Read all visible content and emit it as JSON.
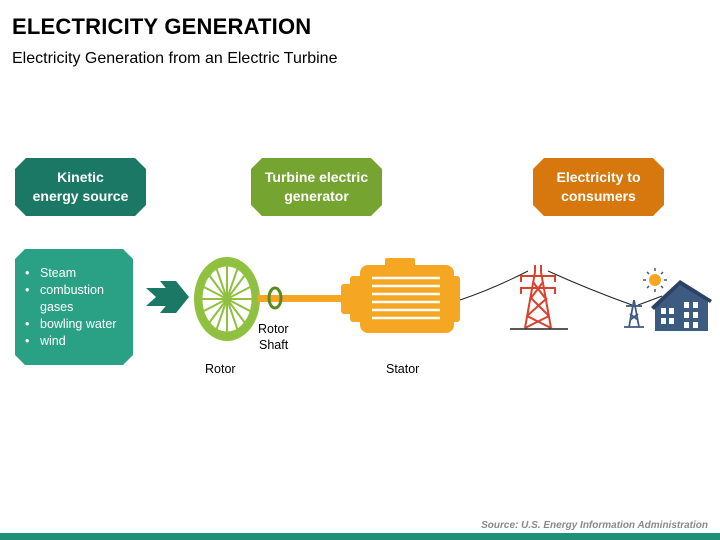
{
  "slide": {
    "title": "ELECTRICITY GENERATION",
    "subtitle": "Electricity Generation from an Electric Turbine"
  },
  "headers": [
    {
      "text": "Kinetic\nenergy source",
      "color": "#1a7864"
    },
    {
      "text": "Turbine electric\ngenerator",
      "color": "#76a431"
    },
    {
      "text": "Electricity to\nconsumers",
      "color": "#d6780d"
    }
  ],
  "energy_sources": [
    "Steam",
    "combustion gases",
    "bowling water",
    "wind"
  ],
  "labels": {
    "rotor": "Rotor",
    "rotor_shaft_1": "Rotor",
    "rotor_shaft_2": "Shaft",
    "stator": "Stator"
  },
  "footer": {
    "source": "Source: U.S. Energy Information Administration"
  },
  "colors": {
    "green_dark": "#1a7864",
    "green_light": "#2aa084",
    "olive": "#76a431",
    "orange": "#f5a623",
    "orange_dark": "#d6780d",
    "tower_red": "#d9412b",
    "house_blue": "#3d5a80"
  },
  "icons": [
    "arrow-right-icon",
    "rotor-icon",
    "shaft-coil-icon",
    "stator-motor-icon",
    "power-tower-icon",
    "small-tower-icon",
    "sun-icon",
    "house-icon"
  ]
}
